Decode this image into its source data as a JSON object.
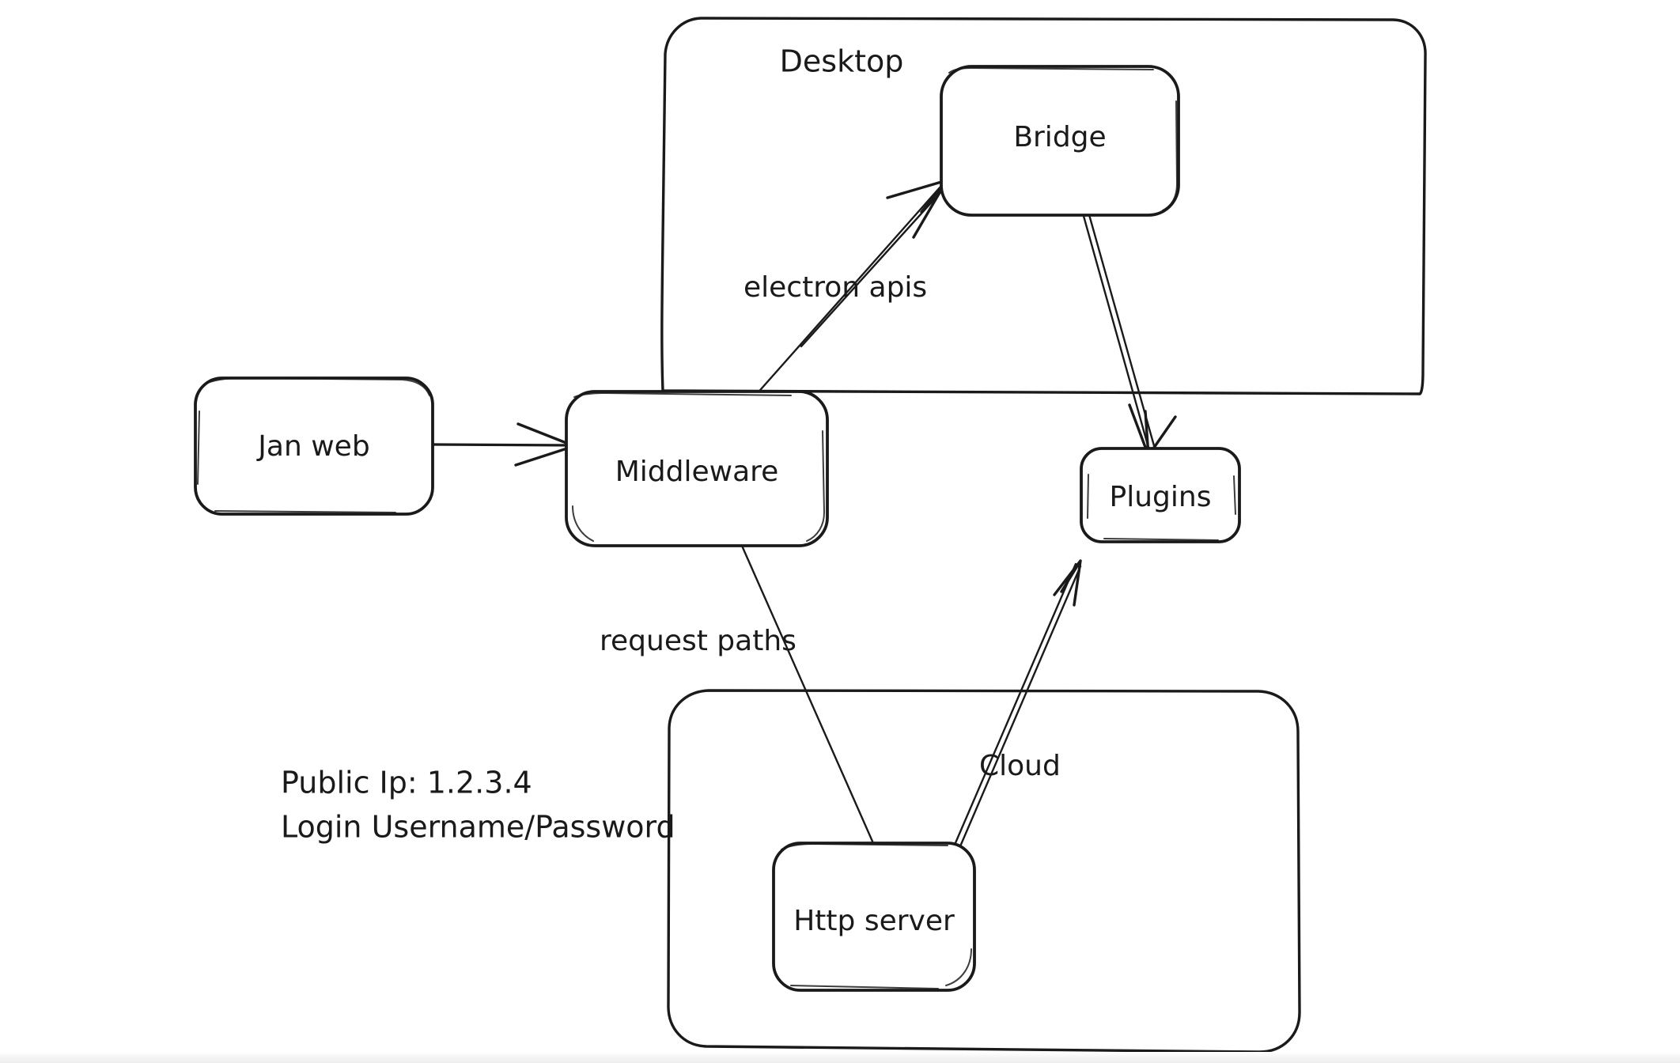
{
  "diagram": {
    "title": "Jan application architecture sketch",
    "style": "hand-drawn whiteboard sketch",
    "background_color": "#ffffff",
    "stroke_color": "#1a1a1a",
    "groups": [
      {
        "id": "desktop",
        "label": "Desktop"
      },
      {
        "id": "cloud",
        "label": "Cloud"
      }
    ],
    "nodes": [
      {
        "id": "jan-web",
        "label": "Jan web"
      },
      {
        "id": "middleware",
        "label": "Middleware"
      },
      {
        "id": "bridge",
        "label": "Bridge"
      },
      {
        "id": "plugins",
        "label": "Plugins"
      },
      {
        "id": "http-server",
        "label": "Http server"
      }
    ],
    "edges": [
      {
        "id": "janweb-to-middleware",
        "from": "jan-web",
        "to": "middleware",
        "label": ""
      },
      {
        "id": "middleware-to-bridge",
        "from": "middleware",
        "to": "bridge",
        "label": "electron apis"
      },
      {
        "id": "bridge-to-plugins",
        "from": "bridge",
        "to": "plugins",
        "label": ""
      },
      {
        "id": "httpserver-to-middleware",
        "from": "http-server",
        "to": "middleware",
        "label": "request paths"
      },
      {
        "id": "httpserver-to-plugins",
        "from": "http-server",
        "to": "plugins",
        "label": "Cloud"
      }
    ],
    "notes": {
      "public_ip_line": "Public Ip: 1.2.3.4",
      "login_line": "Login Username/Password"
    }
  }
}
